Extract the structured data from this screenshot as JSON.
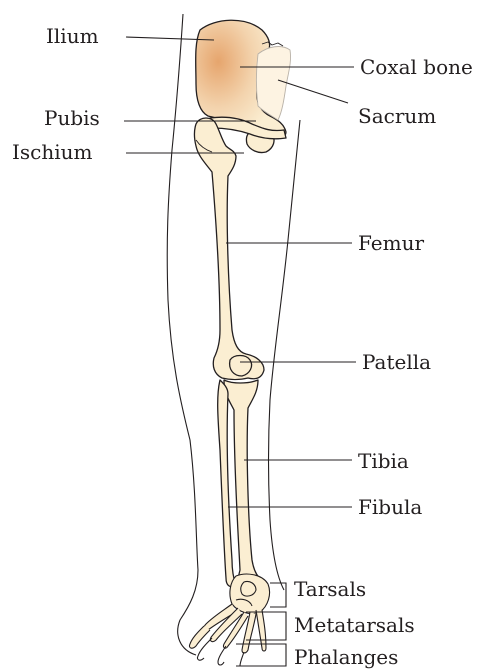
{
  "labels": {
    "ilium": "Ilium",
    "coxal_bone": "Coxal bone",
    "sacrum": "Sacrum",
    "pubis": "Pubis",
    "ischium": "Ischium",
    "femur": "Femur",
    "patella": "Patella",
    "tibia": "Tibia",
    "fibula": "Fibula",
    "tarsals": "Tarsals",
    "metatarsals": "Metatarsals",
    "phalanges": "Phalanges"
  },
  "colors": {
    "bone_fill": "#fbeed2",
    "bone_shade": "#e9b27c",
    "outline": "#231f20",
    "background": "#ffffff"
  }
}
